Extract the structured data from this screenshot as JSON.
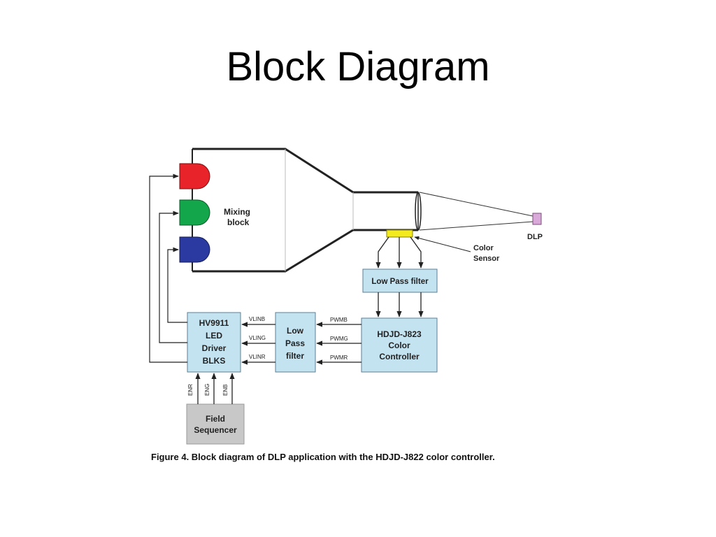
{
  "slide": {
    "title": "Block Diagram"
  },
  "diagram": {
    "mixing_block": {
      "line1": "Mixing",
      "line2": "block"
    },
    "dlp": "DLP",
    "color_sensor": {
      "line1": "Color",
      "line2": "Sensor"
    },
    "low_pass_top": "Low Pass filter",
    "low_pass_mid": {
      "line1": "Low",
      "line2": "Pass",
      "line3": "filter"
    },
    "controller": {
      "line1": "HDJD-J823",
      "line2": "Color",
      "line3": "Controller"
    },
    "driver": {
      "line1": "HV9911",
      "line2": "LED",
      "line3": "Driver",
      "line4": "BLKS"
    },
    "field_sequencer": {
      "line1": "Field",
      "line2": "Sequencer"
    },
    "signals": {
      "vlinb": "VLINB",
      "vling": "VLING",
      "vlinr": "VLINR",
      "pwmb": "PWMB",
      "pwmg": "PWMG",
      "pwmr": "PWMR",
      "enr": "ENR",
      "eng": "ENG",
      "enb": "ENB"
    },
    "leds": {
      "red": "#e8232a",
      "green": "#13a64a",
      "blue": "#2b3aa0"
    },
    "colors": {
      "block_fill": "#c3e3f1",
      "block_stroke": "#5b7f95",
      "sequencer_fill": "#c8c8c8",
      "sensor_fill": "#f3ea1f",
      "dlp_fill": "#d9a9d9"
    }
  },
  "caption": "Figure 4. Block diagram of DLP application with the HDJD-J822 color controller."
}
